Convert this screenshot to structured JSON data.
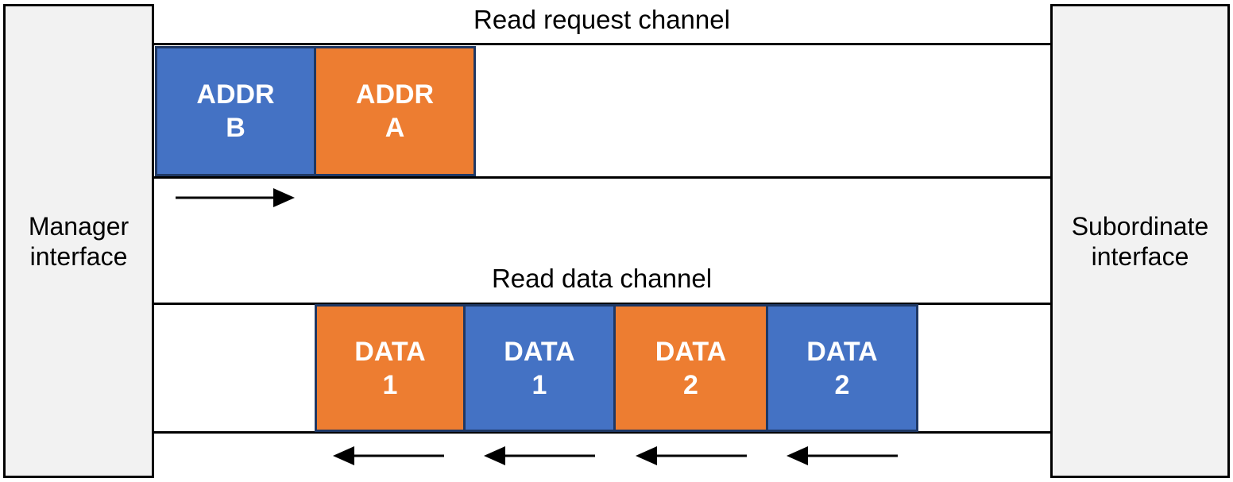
{
  "diagram": {
    "manager_interface": {
      "line1": "Manager",
      "line2": "interface"
    },
    "subordinate_interface": {
      "line1": "Subordinate",
      "line2": "interface"
    },
    "request_channel": {
      "title": "Read request channel",
      "direction": "left-to-right",
      "blocks": [
        {
          "line1": "ADDR",
          "line2": "B",
          "color": "blue"
        },
        {
          "line1": "ADDR",
          "line2": "A",
          "color": "orange"
        }
      ]
    },
    "data_channel": {
      "title": "Read data channel",
      "direction": "right-to-left",
      "blocks": [
        {
          "line1": "DATA",
          "line2": "1",
          "color": "orange"
        },
        {
          "line1": "DATA",
          "line2": "1",
          "color": "blue"
        },
        {
          "line1": "DATA",
          "line2": "2",
          "color": "orange"
        },
        {
          "line1": "DATA",
          "line2": "2",
          "color": "blue"
        }
      ]
    },
    "colors": {
      "blue": "#4472C4",
      "orange": "#ED7D31",
      "block_border": "#1F3864",
      "interface_fill": "#F2F2F2",
      "line": "#000000"
    }
  }
}
